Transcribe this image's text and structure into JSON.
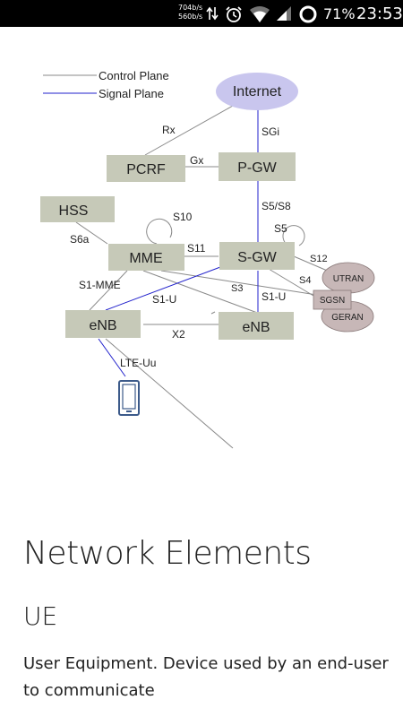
{
  "status_bar": {
    "net_rate_down": "704b/s",
    "net_rate_up": "560b/s",
    "battery": "71%",
    "time": "23:53",
    "icons": [
      "data-arrows-icon",
      "alarm-icon",
      "wifi-icon",
      "signal-icon",
      "battery-ring-icon"
    ]
  },
  "diagram": {
    "legend": {
      "control_plane": "Control Plane",
      "signal_plane": "Signal Plane",
      "control_color": "#8a8a8a",
      "signal_color": "#2222cc"
    },
    "nodes": {
      "internet": "Internet",
      "pcrf": "PCRF",
      "pgw": "P-GW",
      "hss": "HSS",
      "mme": "MME",
      "sgw": "S-GW",
      "enb_left": "eNB",
      "enb_right": "eNB",
      "utran": "UTRAN",
      "sgsn": "SGSN",
      "geran": "GERAN"
    },
    "links": {
      "rx": "Rx",
      "sgi": "SGi",
      "gx": "Gx",
      "s5s8": "S5/S8",
      "s10": "S10",
      "s5": "S5",
      "s6a": "S6a",
      "s11": "S11",
      "s12": "S12",
      "s1mme": "S1-MME",
      "s3": "S3",
      "s4": "S4",
      "s1u_left": "S1-U",
      "s1u_right": "S1-U",
      "x2": "X2",
      "lteuu": "LTE-Uu"
    },
    "colors": {
      "box_fill": "#c6c9b8",
      "internet_fill": "#c9c6ee",
      "legacy_fill": "#c7b7b7"
    }
  },
  "content": {
    "title": "Network Elements",
    "subtitle": "UE",
    "description": "User Equipment. Device used by an end-user to communicate"
  }
}
